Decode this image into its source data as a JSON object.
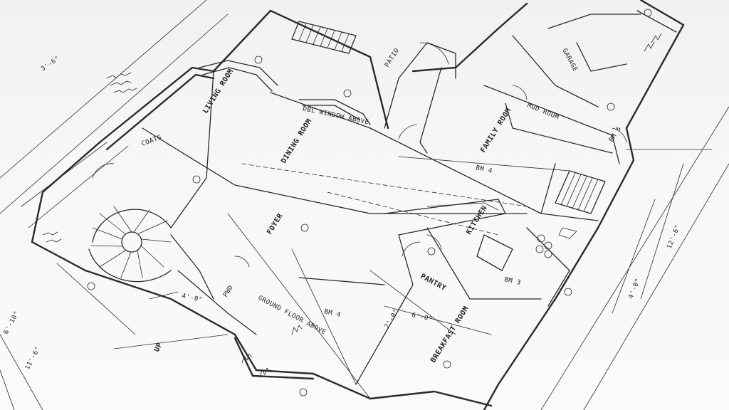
{
  "rooms": {
    "living_room": "LIVING ROOM",
    "dining_room": "DINING ROOM",
    "foyer": "FOYER",
    "family_room": "FAMILY ROOM",
    "kitchen": "KITCHEN",
    "breakfast_room": "BREAKFAST ROOM",
    "pantry": "PANTRY",
    "mud_room": "MUD ROOM",
    "garage": "GARAGE",
    "powder_room": "PWD",
    "coats": "COATS"
  },
  "notes": {
    "ground_floor_above": "GROUND FLOOR ABOVE",
    "up": "UP",
    "patio": "PATIO",
    "dining_window_note": "DBL WINDOW ABOVE",
    "beam_1": "BM 4",
    "beam_2": "BM 4",
    "beam_3": "BM 3",
    "beam_4": "BM 6"
  },
  "dimensions": {
    "d1": "6'-10\"",
    "d2": "11'-6\"",
    "d3": "3'-6\"",
    "d4": "6'-0\"",
    "d5": "4'-0\"",
    "d6": "2'-0\"",
    "d7": "12'-6\"",
    "d8": "4'-0\""
  }
}
